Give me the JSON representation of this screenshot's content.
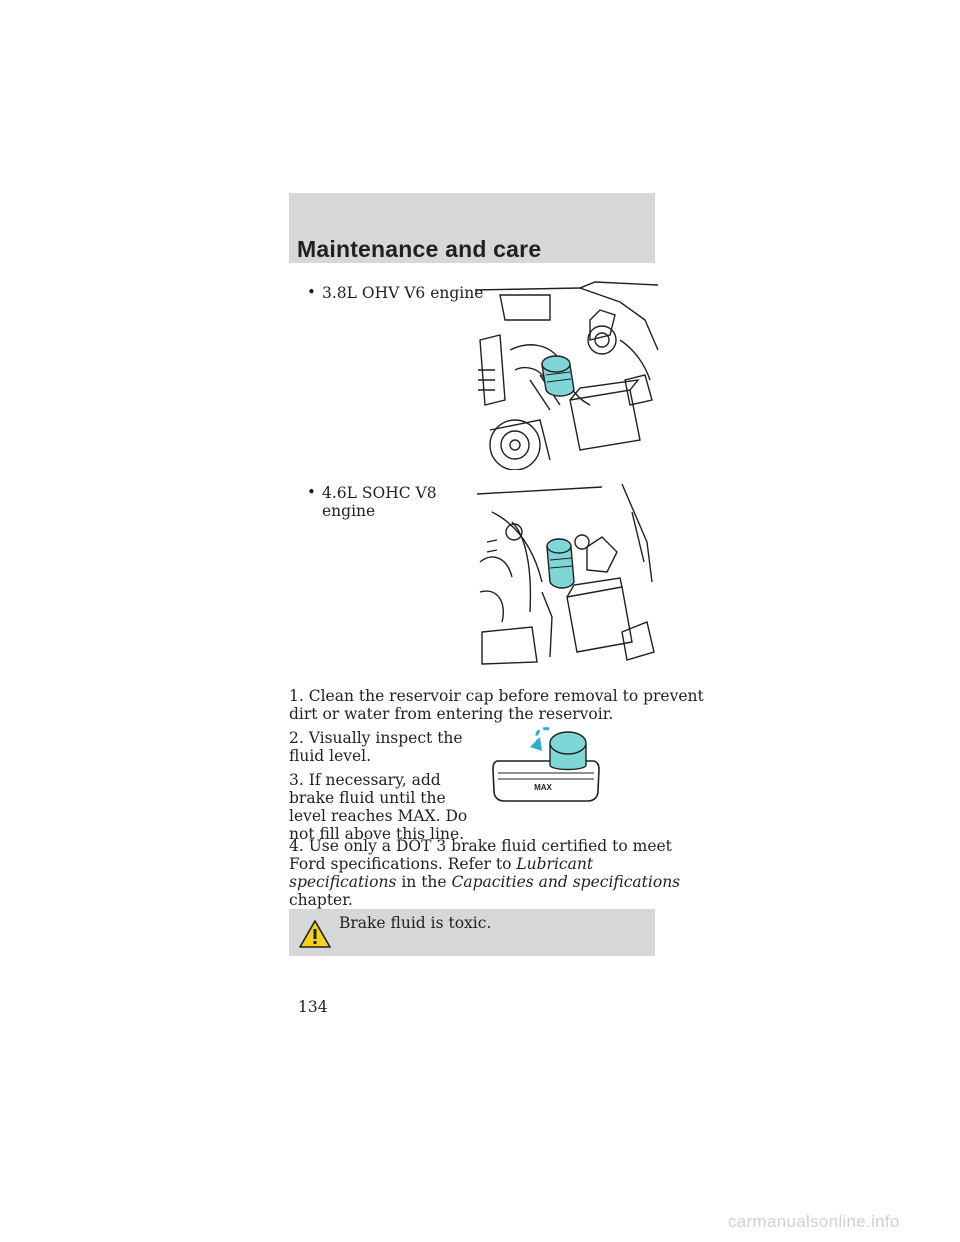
{
  "header": {
    "title": "Maintenance and care"
  },
  "bullets": [
    {
      "label": "3.8L OHV V6 engine"
    },
    {
      "label_line1": "4.6L SOHC V8",
      "label_line2": "engine"
    }
  ],
  "steps": {
    "step1_line1": "1. Clean the reservoir cap before removal to prevent",
    "step1_line2": "dirt or water from entering the reservoir.",
    "step2_line1": "2. Visually inspect the",
    "step2_line2": "fluid level.",
    "step3_line1": "3. If necessary, add",
    "step3_line2": "brake fluid until the",
    "step3_line3": "level reaches MAX. Do",
    "step3_line4": "not fill above this line.",
    "step4_line1": "4. Use only a DOT 3 brake fluid certified to meet",
    "step4_line2_a": "Ford specifications. Refer to",
    "step4_line2_b": "Lubricant",
    "step4_line3_a": "specifications",
    "step4_line3_b": " in the ",
    "step4_line3_c": "Capacities and specifications",
    "step4_line4": "chapter."
  },
  "reservoir_label": "MAX",
  "warning": {
    "text": "Brake fluid is toxic."
  },
  "page_number": "134",
  "watermark": "carmanualsonline.info",
  "colors": {
    "header_bg": "#d6d7d8",
    "reservoir_cap": "#7fd6d6",
    "warning_icon": "#f2d21b"
  }
}
